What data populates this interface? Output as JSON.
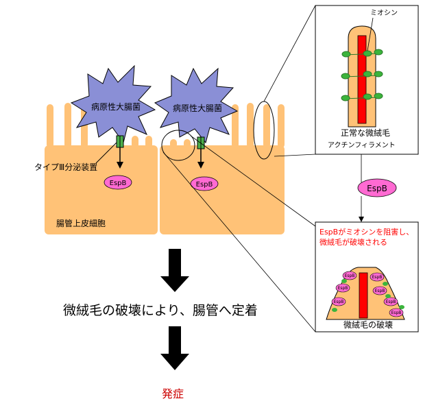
{
  "labels": {
    "bacteria": "病原性大腸菌",
    "secretion_device": "タイプⅢ分泌装置",
    "espb": "EspB",
    "epithelial_cell": "腸管上皮細胞",
    "myosin": "ミオシン",
    "normal_microvillus": "正常な微絨毛",
    "actin_filament": "アクチンフィラメント",
    "espb_effect_line1": "EspBがミオシンを阻害し、",
    "espb_effect_line2": "微絨毛が破壊される",
    "destroyed_microvillus": "微絨毛の破壊",
    "main_caption": "微絨毛の破壊により、腸管へ定着",
    "onset": "発症"
  },
  "colors": {
    "cell": "#ffc277",
    "bacteria": "#8a8fd6",
    "espb": "#ff6ad2",
    "actin": "#ff0000",
    "myosin": "#3cb43c",
    "secretion_device": "#4caf4c",
    "onset_text": "#cc0000",
    "effect_text": "#ff0000"
  }
}
